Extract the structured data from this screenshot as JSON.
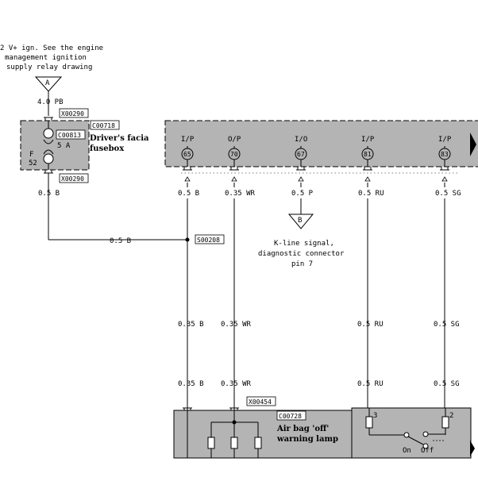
{
  "supply": {
    "note_lines": [
      "2 V+ ign. See the engine",
      "management ignition",
      "supply relay drawing"
    ],
    "ref_letter": "A",
    "wire": "4.0 PB"
  },
  "fusebox": {
    "connector_top": "X00290",
    "connector_bottom": "X00290",
    "fuse_component": "C00813",
    "fuse_rating": "5 A",
    "fuse_letter": "F",
    "fuse_number": "52",
    "box_component": "C00718",
    "name_line1": "Driver's facia",
    "name_line2": "fusebox",
    "out_wire": "0.5 B"
  },
  "splice": {
    "id": "S00208",
    "feed_wire": "0.5 B"
  },
  "ecu_pins": [
    {
      "type": "I/P",
      "pin": "65",
      "wire": "0.5 B"
    },
    {
      "type": "O/P",
      "pin": "70",
      "wire": "0.35 WR"
    },
    {
      "type": "I/O",
      "pin": "67",
      "wire": "0.5 P"
    },
    {
      "type": "I/P",
      "pin": "81",
      "wire": "0.5 RU"
    },
    {
      "type": "I/P",
      "pin": "83",
      "wire": "0.5 SG"
    }
  ],
  "kline": {
    "ref_letter": "B",
    "lines": [
      "K-line signal,",
      "diagnostic connector",
      "pin 7"
    ]
  },
  "mid_wires": [
    "0.35 B",
    "0.35 WR",
    "0.5 RU",
    "0.5 SG"
  ],
  "low_wires": [
    "0.35 B",
    "0.35 WR",
    "0.5 RU",
    "0.5 SG"
  ],
  "lamp": {
    "connector": "X00454",
    "component": "C00728",
    "name_line1": "Air bag 'off'",
    "name_line2": "warning lamp"
  },
  "switch": {
    "pin_left": "3",
    "pin_right": "2",
    "label_on": "On",
    "label_off": "Off"
  }
}
